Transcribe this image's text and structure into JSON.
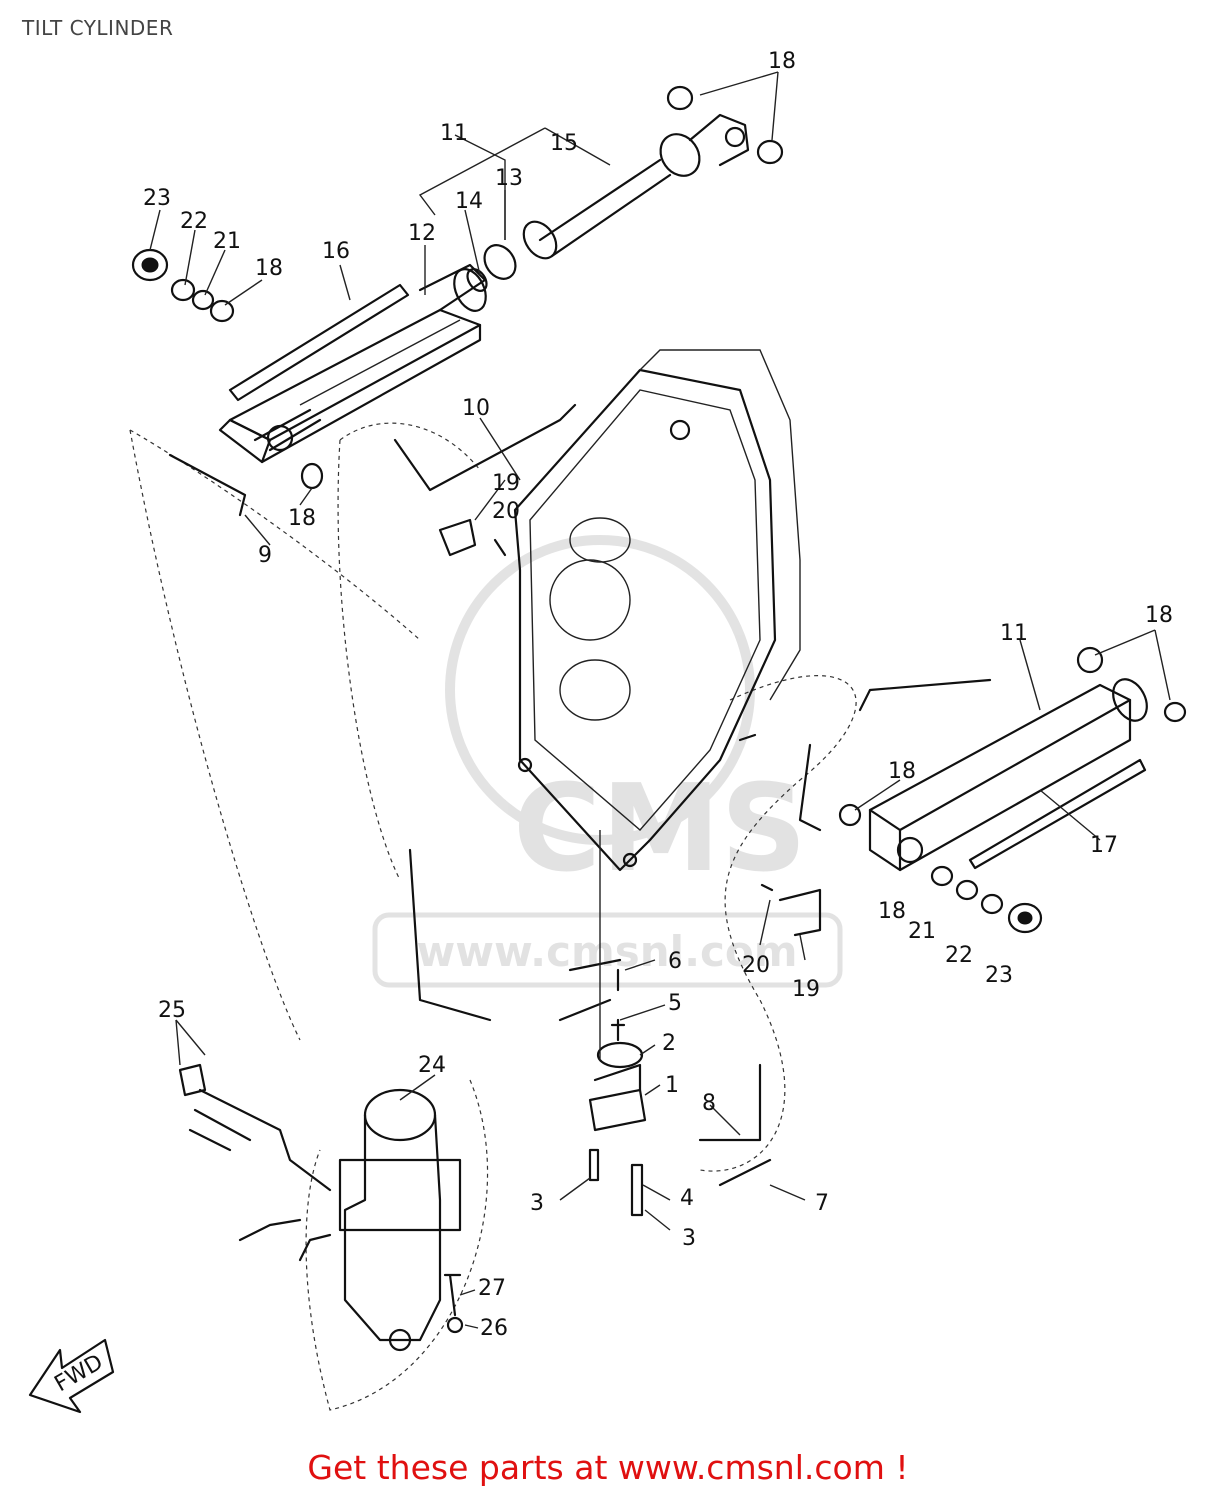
{
  "page": {
    "title": "TILT CYLINDER"
  },
  "watermark": {
    "logo_text": "CMS",
    "url_text": "www.cmsnl.com"
  },
  "fwd_label": "FWD",
  "callouts": {
    "c1": "1",
    "c2": "2",
    "c3a": "3",
    "c3b": "3",
    "c4": "4",
    "c5": "5",
    "c6": "6",
    "c7": "7",
    "c8": "8",
    "c9": "9",
    "c10": "10",
    "c11a": "11",
    "c11b": "11",
    "c12": "12",
    "c13": "13",
    "c14": "14",
    "c15": "15",
    "c16": "16",
    "c17": "17",
    "c18a": "18",
    "c18b": "18",
    "c18c": "18",
    "c18d": "18",
    "c18e": "18",
    "c18f": "18",
    "c19a": "19",
    "c19b": "19",
    "c20a": "20",
    "c20b": "20",
    "c21a": "21",
    "c21b": "21",
    "c22a": "22",
    "c22b": "22",
    "c23a": "23",
    "c23b": "23",
    "c24": "24",
    "c25": "25",
    "c26": "26",
    "c27": "27"
  },
  "footer": {
    "link_text": "Get these parts at www.cmsnl.com !",
    "color": "#e01010"
  }
}
